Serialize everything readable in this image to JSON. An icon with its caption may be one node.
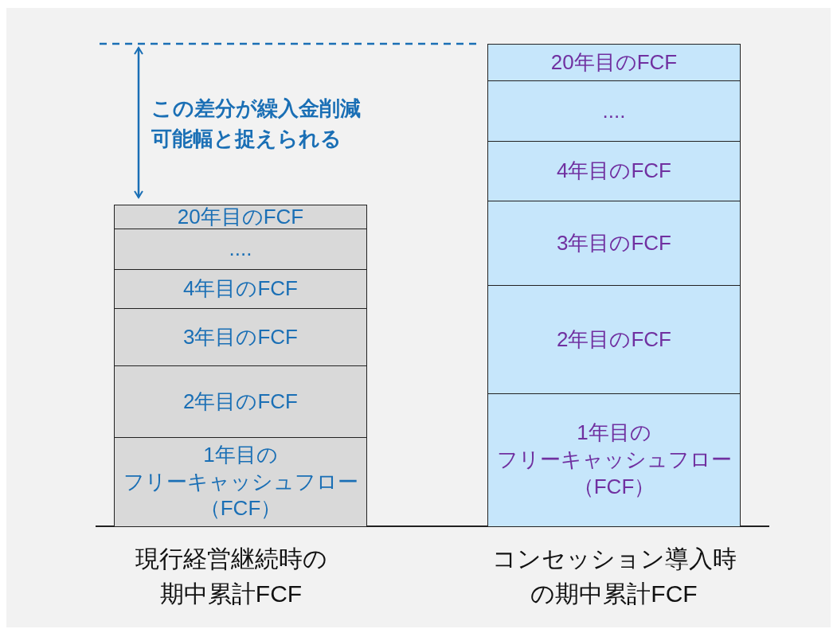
{
  "diagram": {
    "nodes": [
      {
        "text": [
          "20年目のFCF"
        ]
      },
      {
        "text": [
          "...."
        ]
      },
      {
        "text": [
          "4年目のFCF"
        ]
      },
      {
        "text": [
          "3年目のFCF"
        ]
      },
      {
        "text": [
          "2年目のFCF"
        ]
      },
      {
        "text": [
          "1年目の",
          "フリーキャッシュフロー",
          "（FCF）"
        ]
      },
      {
        "text": [
          "20年目のFCF"
        ]
      },
      {
        "text": [
          "...."
        ]
      },
      {
        "text": [
          "4年目のFCF"
        ]
      },
      {
        "text": [
          "3年目のFCF"
        ]
      },
      {
        "text": [
          "2年目のFCF"
        ]
      },
      {
        "text": [
          "1年目の",
          "フリーキャッシュフロー",
          "（FCF）"
        ]
      }
    ],
    "edges": [],
    "labels": [
      "この差分が繰入金削減可能幅と捉えられる",
      "現行経営継続時の期中累計FCF",
      "コンセッション導入時の期中累計FCF"
    ]
  }
}
